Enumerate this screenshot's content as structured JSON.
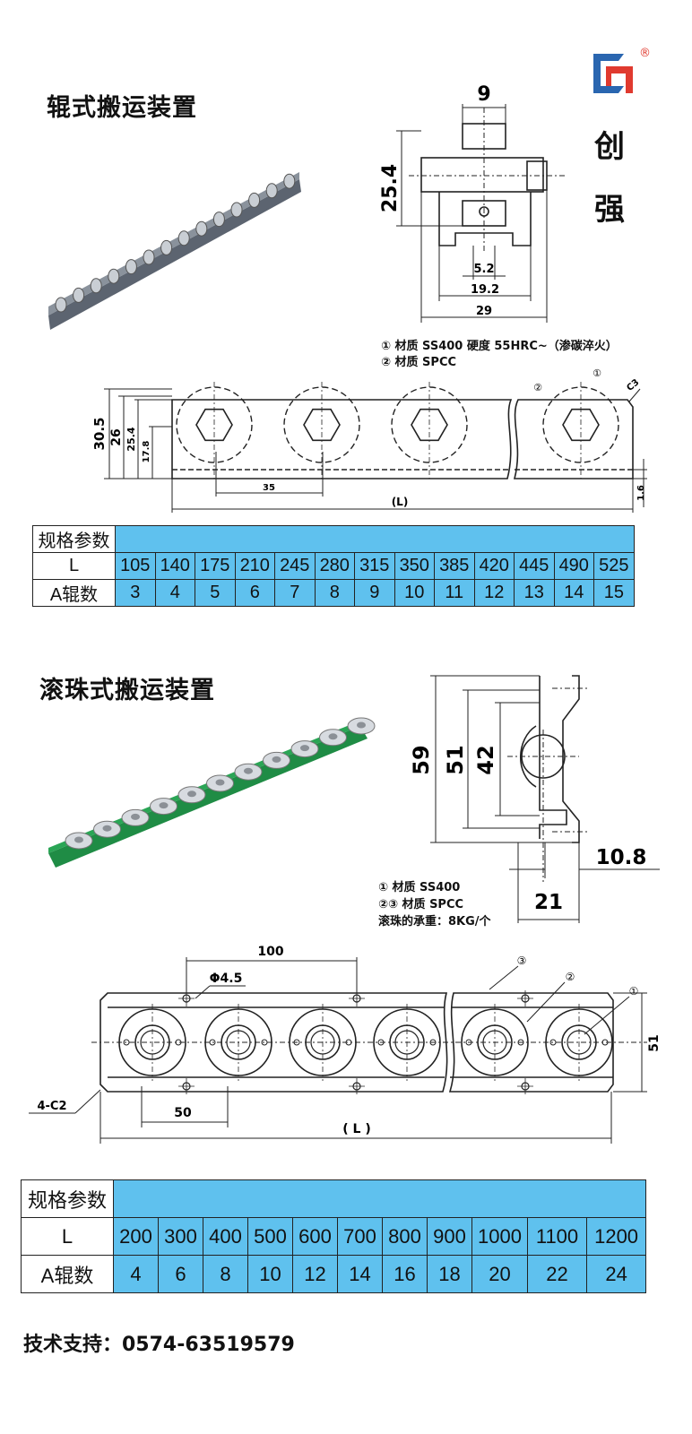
{
  "brand": {
    "chars": [
      "创",
      "强"
    ],
    "mark": "®",
    "colors": {
      "red": "#e03a2f",
      "blue": "#2a66b0"
    }
  },
  "roller": {
    "title": "辊式搬运装置",
    "dims": [
      "9",
      "25.4",
      "5.2",
      "19.2",
      "29"
    ],
    "notes": [
      "① 材质 SS400  硬度 55HRC~（渗碳淬火）",
      "② 材质 SPCC"
    ],
    "front_dims": [
      "30.5",
      "26",
      "25.4",
      "17.8",
      "35",
      "(L)",
      "1.6",
      "C3",
      "②",
      "①"
    ],
    "table": {
      "header": "规格参数",
      "row_L_label": "L",
      "row_A_label": "A辊数",
      "L": [
        "105",
        "140",
        "175",
        "210",
        "245",
        "280",
        "315",
        "350",
        "385",
        "420",
        "445",
        "490",
        "525"
      ],
      "A": [
        "3",
        "4",
        "5",
        "6",
        "7",
        "8",
        "9",
        "10",
        "11",
        "12",
        "13",
        "14",
        "15"
      ]
    }
  },
  "ball": {
    "title": "滚珠式搬运装置",
    "dims": [
      "59",
      "51",
      "42",
      "10.8",
      "21"
    ],
    "notes": [
      "① 材质 SS400",
      "②③ 材质 SPCC",
      "滚珠的承重：8KG/个"
    ],
    "top_dims": [
      "100",
      "Φ4.5",
      "4-C2",
      "50",
      "( L )",
      "51",
      "③",
      "②",
      "①"
    ],
    "table": {
      "header": "规格参数",
      "row_L_label": "L",
      "row_A_label": "A辊数",
      "L": [
        "200",
        "300",
        "400",
        "500",
        "600",
        "700",
        "800",
        "900",
        "1000",
        "1100",
        "1200"
      ],
      "A": [
        "4",
        "6",
        "8",
        "10",
        "12",
        "14",
        "16",
        "18",
        "20",
        "22",
        "24"
      ]
    }
  },
  "footer": {
    "support": "技术支持：0574-63519579"
  }
}
